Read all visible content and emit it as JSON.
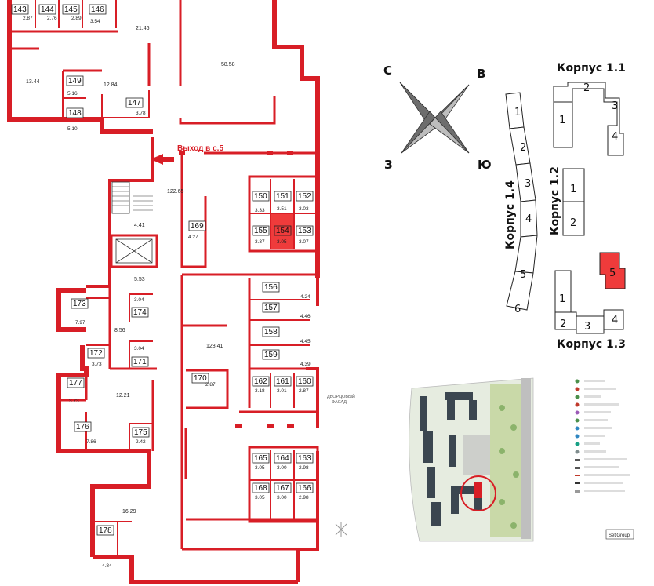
{
  "rooms": [
    {
      "num": "143",
      "area": "2.87"
    },
    {
      "num": "144",
      "area": "2.76"
    },
    {
      "num": "145",
      "area": "2.89"
    },
    {
      "num": "146",
      "area": "3.54"
    },
    {
      "num": "149",
      "area": "5.16"
    },
    {
      "num": "147",
      "area": "3.78"
    },
    {
      "num": "148",
      "area": "5.10"
    },
    {
      "num": "150",
      "area": "3.33"
    },
    {
      "num": "151",
      "area": "3.51"
    },
    {
      "num": "152",
      "area": "3.03"
    },
    {
      "num": "155",
      "area": "3.37"
    },
    {
      "num": "154",
      "area": "3.05"
    },
    {
      "num": "153",
      "area": "3.07"
    },
    {
      "num": "169",
      "area": "4.27"
    },
    {
      "num": "156",
      "area": "4.24"
    },
    {
      "num": "157",
      "area": "4.46"
    },
    {
      "num": "158",
      "area": "4.45"
    },
    {
      "num": "159",
      "area": "4.39"
    },
    {
      "num": "173",
      "area": "7.97"
    },
    {
      "num": "174",
      "area": "3.04"
    },
    {
      "num": "172",
      "area": "3.73"
    },
    {
      "num": "171",
      "area": "3.04"
    },
    {
      "num": "170",
      "area": "2.87"
    },
    {
      "num": "162",
      "area": "3.18"
    },
    {
      "num": "161",
      "area": "3.01"
    },
    {
      "num": "160",
      "area": "2.87"
    },
    {
      "num": "177",
      "area": "3.73"
    },
    {
      "num": "176",
      "area": "7.86"
    },
    {
      "num": "175",
      "area": "2.42"
    },
    {
      "num": "165",
      "area": "3.05"
    },
    {
      "num": "164",
      "area": "3.00"
    },
    {
      "num": "163",
      "area": "2.98"
    },
    {
      "num": "168",
      "area": "3.05"
    },
    {
      "num": "167",
      "area": "3.00"
    },
    {
      "num": "166",
      "area": "2.98"
    },
    {
      "num": "178",
      "area": "4.84"
    }
  ],
  "areas": [
    "21.46",
    "58.58",
    "13.44",
    "12.84",
    "122.65",
    "4.41",
    "5.53",
    "8.56",
    "128.41",
    "12.21",
    "16.29"
  ],
  "exit_label": "Выход в с.5",
  "facade_label_1": "ДВОРЦОВЫЙ",
  "facade_label_2": "ФАСАД",
  "compass": {
    "north": "С",
    "east": "В",
    "south": "Ю",
    "west": "З"
  },
  "buildings": {
    "k11": {
      "title": "Корпус 1.1",
      "sections": [
        "1",
        "2",
        "3",
        "4"
      ]
    },
    "k12": {
      "title": "Корпус 1.2",
      "sections": [
        "1",
        "2"
      ]
    },
    "k13": {
      "title": "Корпус 1.3",
      "sections": [
        "1",
        "2",
        "3",
        "4",
        "5"
      ],
      "highlighted": "5"
    },
    "k14": {
      "title": "Корпус 1.4",
      "sections": [
        "1",
        "2",
        "3",
        "4",
        "5",
        "6"
      ]
    }
  },
  "site_plan": {
    "brand": "SetlGroup",
    "highlight_room": "154"
  },
  "colors": {
    "wall": "#d81e26",
    "highlight": "#ef3b3b",
    "star_dark": "#6d6d6d",
    "star_light": "#bdbdbd"
  }
}
